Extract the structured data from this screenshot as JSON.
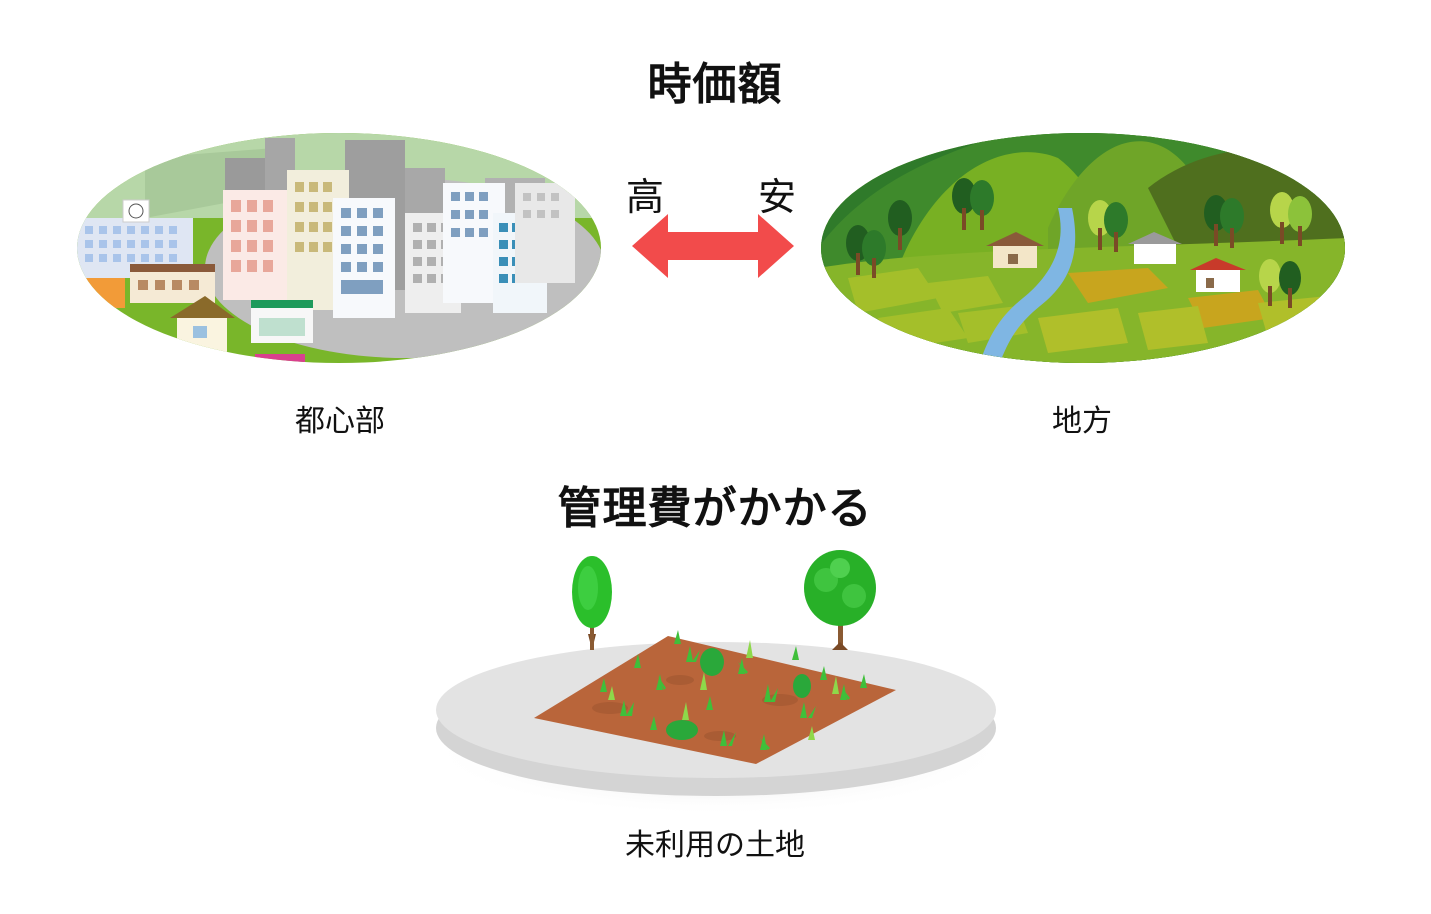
{
  "price_section": {
    "title": "時価額",
    "high_label": "高",
    "low_label": "安",
    "urban_caption": "都心部",
    "rural_caption": "地方"
  },
  "cost_section": {
    "title": "管理費がかかる",
    "caption": "未利用の土地"
  },
  "colors": {
    "arrow": "#f24b4b",
    "grass": "#79b62a",
    "soil": "#b9653a",
    "platform": "#e3e3e3",
    "river": "#7fb6e3"
  },
  "icons": [
    "city-illustration",
    "countryside-illustration",
    "double-arrow-icon",
    "vacant-lot-illustration"
  ]
}
